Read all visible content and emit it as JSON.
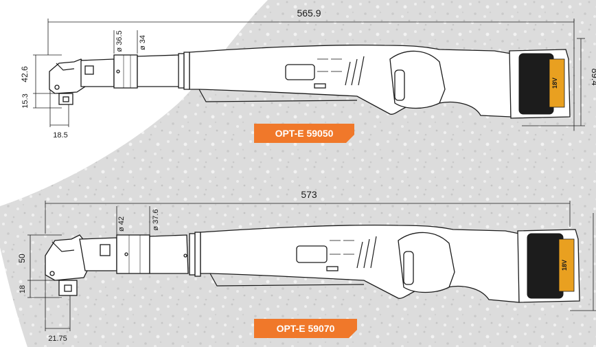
{
  "colors": {
    "accent": "#f0782a",
    "background_texture": "#d9d9d9",
    "line": "#1a1a1a",
    "battery_label": "#e9a020"
  },
  "tool1": {
    "model": "OPT-E 59050",
    "overall_length": "565.9",
    "height": "89.4",
    "head_height": "42.6",
    "square_drive": "15.3",
    "head_offset": "18.5",
    "diameter_1": "ø 36.5",
    "diameter_2": "ø 34",
    "battery_label": "18V"
  },
  "tool2": {
    "model": "OPT-E 59070",
    "overall_length": "573",
    "head_height": "50",
    "square_drive": "18",
    "head_offset": "21.75",
    "diameter_1": "ø 42",
    "diameter_2": "ø 37.6",
    "battery_label": "18V"
  }
}
